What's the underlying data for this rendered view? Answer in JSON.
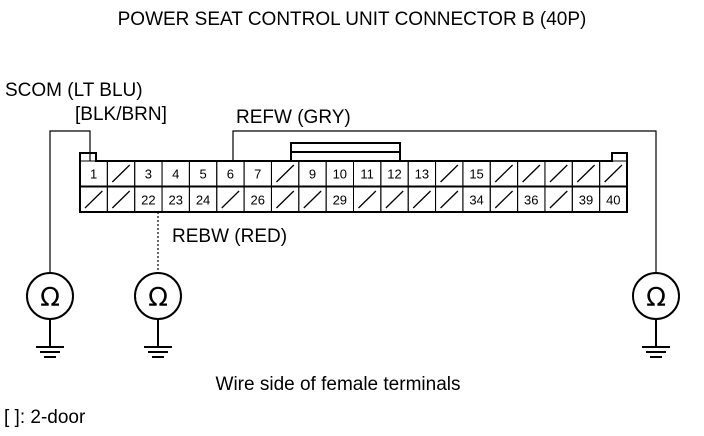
{
  "title": "POWER SEAT CONTROL UNIT CONNECTOR B (40P)",
  "wires": {
    "scom": "SCOM (LT BLU)",
    "scom_2door": "[BLK/BRN]",
    "refw": "REFW (GRY)",
    "rebw": "REBW (RED)"
  },
  "connector": {
    "top_row": [
      "1",
      "/",
      "3",
      "4",
      "5",
      "6",
      "7",
      "/",
      "9",
      "10",
      "11",
      "12",
      "13",
      "/",
      "15",
      "/",
      "/",
      "/",
      "/",
      "/"
    ],
    "bottom_row": [
      "/",
      "/",
      "22",
      "23",
      "24",
      "/",
      "26",
      "/",
      "/",
      "29",
      "/",
      "/",
      "/",
      "/",
      "34",
      "/",
      "36",
      "/",
      "39",
      "40"
    ]
  },
  "ohmmeter_symbol": "Ω",
  "caption": "Wire side of female terminals",
  "footnote": "[ ]: 2-door"
}
